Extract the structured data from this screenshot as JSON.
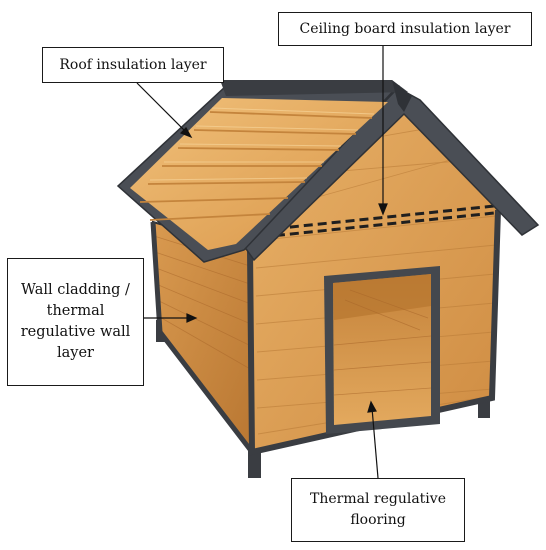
{
  "labels": {
    "roof": "Roof insulation layer",
    "ceiling": "Ceiling board insulation layer",
    "wall": "Wall cladding / thermal regulative wall layer",
    "floor": "Thermal regulative flooring"
  },
  "colors": {
    "wood_light": "#e6ad62",
    "wood_mid": "#d89449",
    "wood_dark": "#b8742f",
    "frame": "#4a4e55",
    "frame_dark": "#2f3237",
    "outline": "#1a1a1a",
    "insulation_dash": "#1f1f1f"
  }
}
